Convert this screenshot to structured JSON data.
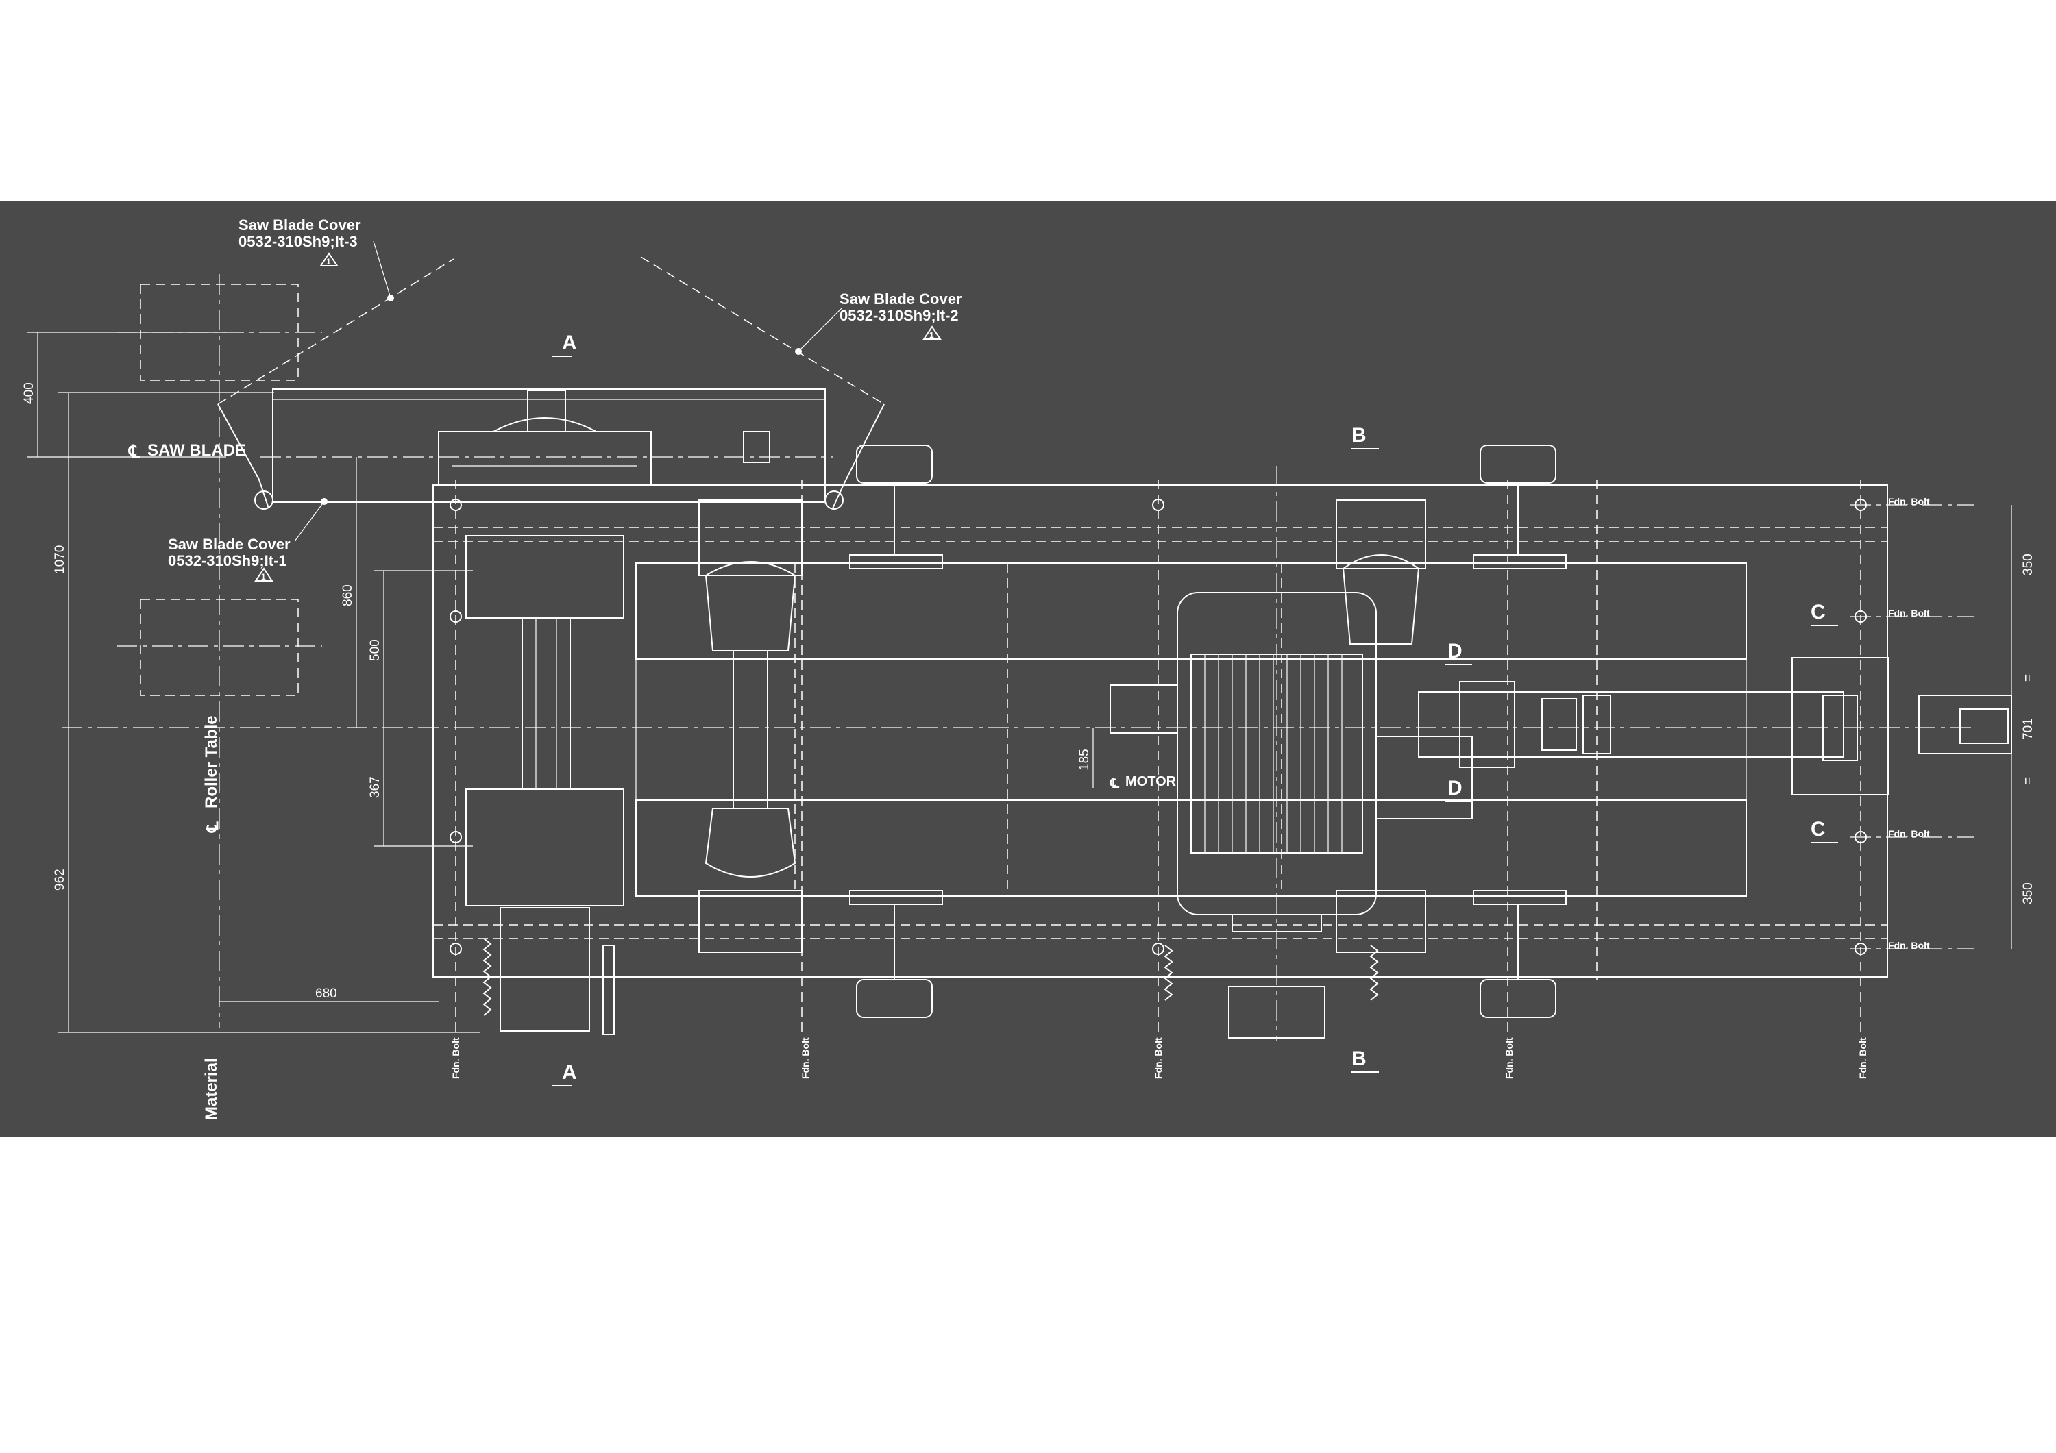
{
  "annotations": {
    "cover_3_title": "Saw Blade Cover",
    "cover_3_ref": "0532-310Sh9;It-3",
    "cover_2_title": "Saw Blade Cover",
    "cover_2_ref": "0532-310Sh9;It-2",
    "cover_1_title": "Saw Blade Cover",
    "cover_1_ref": "0532-310Sh9;It-1",
    "revision_mark": "1",
    "saw_blade_centerline": "SAW BLADE",
    "motor_centerline": "MOTOR",
    "roller_table": "Roller Table",
    "material": "Material",
    "centerline_symbol": "℄"
  },
  "section_marks": {
    "a": "A",
    "b": "B",
    "c": "C",
    "d": "D"
  },
  "dimensions": {
    "d400": "400",
    "d1070": "1070",
    "d962": "962",
    "d860": "860",
    "d500": "500",
    "d367": "367",
    "d185": "185",
    "d680": "680",
    "d350_top": "350",
    "d701": "701",
    "d350_bottom": "350",
    "eq": "="
  },
  "foundation_bolt_label": "Fdn. Bolt",
  "colors": {
    "panel_background": "#4a4a4a",
    "line_color": "#ffffff",
    "page_background": "#ffffff"
  }
}
